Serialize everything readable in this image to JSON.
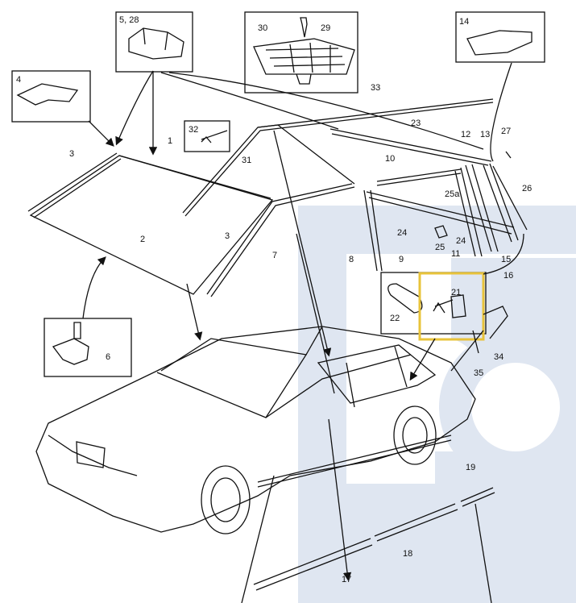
{
  "diagram": {
    "colors": {
      "ink": "#111111",
      "watermark": "#dfe6f1",
      "highlight": "#e8c33a"
    },
    "watermark_icon": "brand-logo-watermark",
    "labels": {
      "l1": "1",
      "l2": "2",
      "l3a": "3",
      "l3b": "3",
      "l4": "4",
      "l528": "5, 28",
      "l6": "6",
      "l7": "7",
      "l8": "8",
      "l9": "9",
      "l10": "10",
      "l11": "11",
      "l12": "12",
      "l13": "13",
      "l14": "14",
      "l15": "15",
      "l16": "16",
      "l17": "17",
      "l18": "18",
      "l19": "19",
      "l21": "21",
      "l22": "22",
      "l23": "23",
      "l24a": "24",
      "l24b": "24",
      "l25": "25",
      "l25a": "25a",
      "l26": "26",
      "l27": "27",
      "l29": "29",
      "l30": "30",
      "l31": "31",
      "l32": "32",
      "l33": "33",
      "l34": "34",
      "l35": "35"
    },
    "highlighted_part": "21"
  }
}
